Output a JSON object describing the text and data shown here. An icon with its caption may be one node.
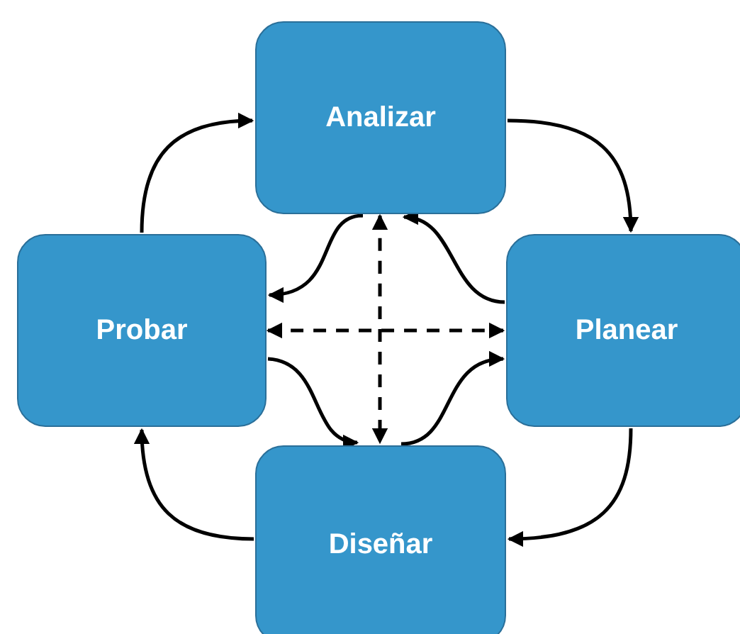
{
  "diagram": {
    "nodes": [
      {
        "text": [
          "Analizar"
        ]
      },
      {
        "text": [
          "Probar"
        ]
      },
      {
        "text": [
          "Planear"
        ]
      },
      {
        "text": [
          "Diseñar"
        ]
      }
    ],
    "edges": [
      {
        "from": 0,
        "to": 2,
        "arrow": "to"
      },
      {
        "from": 2,
        "to": 3,
        "arrow": "to"
      },
      {
        "from": 3,
        "to": 1,
        "arrow": "to"
      },
      {
        "from": 1,
        "to": 0,
        "arrow": "to"
      },
      {
        "from": 0,
        "to": 1,
        "arrow": "to"
      },
      {
        "from": 2,
        "to": 0,
        "arrow": "to"
      },
      {
        "from": 1,
        "to": 3,
        "arrow": "to"
      },
      {
        "from": 3,
        "to": 2,
        "arrow": "to"
      },
      {
        "from": 0,
        "to": 3,
        "arrow": "both",
        "style": "dashed"
      },
      {
        "from": 1,
        "to": 2,
        "arrow": "both",
        "style": "dashed"
      }
    ]
  }
}
